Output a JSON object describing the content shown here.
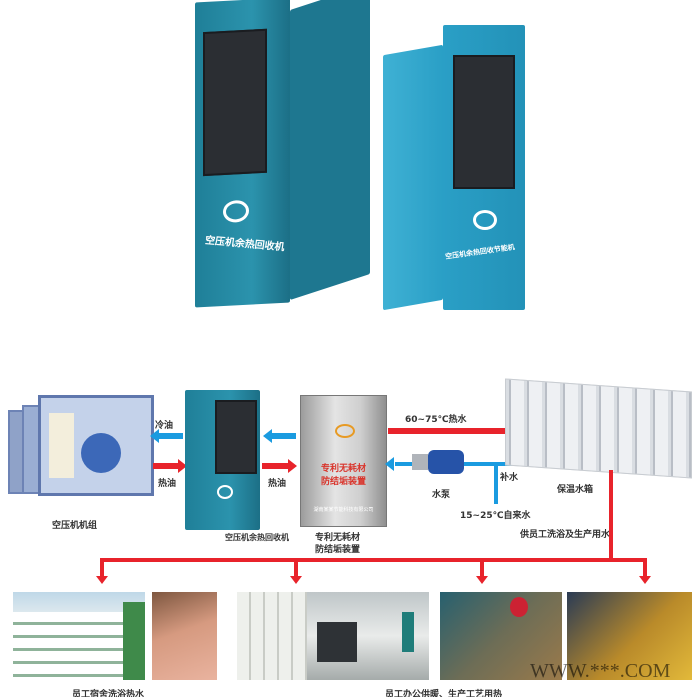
{
  "products": {
    "unit_left_label": "空压机余热回收机",
    "unit_right_label": "空压机余热回收节能机"
  },
  "diagram": {
    "compressor_label": "空压机机组",
    "cold_oil": "冷油",
    "hot_oil_left": "热油",
    "hot_oil_right": "热油",
    "recovery_unit_label": "空压机余热回收机",
    "device_text_line1": "专利无耗材",
    "device_text_line2": "防结垢装置",
    "device_company": "湖南某某节能科技有限公司",
    "device_caption_line1": "专利无耗材",
    "device_caption_line2": "防结垢装置",
    "hot_water": "60~75℃热水",
    "pump_label": "水泵",
    "makeup_water": "补水",
    "tap_water": "15~25℃自来水",
    "tank_label": "保温水箱",
    "supply_note": "供员工洗浴及生产用水"
  },
  "applications": {
    "caption_left": "员工宿舍洗浴热水",
    "caption_right": "员工办公供暖、生产工艺用热",
    "watermark": "WWW.***.COM"
  },
  "colors": {
    "red": "#e8232b",
    "blue": "#1a9be0",
    "cabinet": "#2b93ad"
  }
}
